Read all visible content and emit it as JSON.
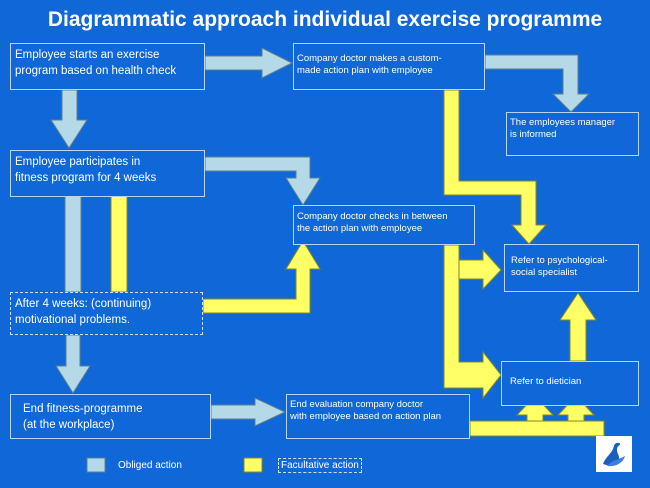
{
  "title": "Diagrammatic approach individual exercise programme",
  "boxes": {
    "employee_starts": "Employee starts an exercise\nprogram based on health check",
    "doctor_action_plan": "Company doctor makes a custom-\nmade action plan with employee",
    "manager_informed": "The employees manager\nis informed",
    "participates": "Employee participates in\nfitness program for 4 weeks",
    "doctor_checks": "Company doctor checks in between\nthe action plan with employee",
    "psychological": "Refer to psychological-\nsocial specialist",
    "motivational": "After 4 weeks: (continuing)\nmotivational problems.",
    "end_fitness": "End fitness-programme\n(at the workplace)",
    "end_evaluation": "End evaluation company doctor\nwith employee based on action plan",
    "dietician": "Refer to dietician"
  },
  "legend": {
    "obliged": "Obliged action",
    "facultative": "Facultative action"
  },
  "colors": {
    "background": "#0f67d8",
    "obliged_arrow": "#b5d9e6",
    "facultative_arrow": "#ffff66"
  },
  "logo": "swan-logo"
}
